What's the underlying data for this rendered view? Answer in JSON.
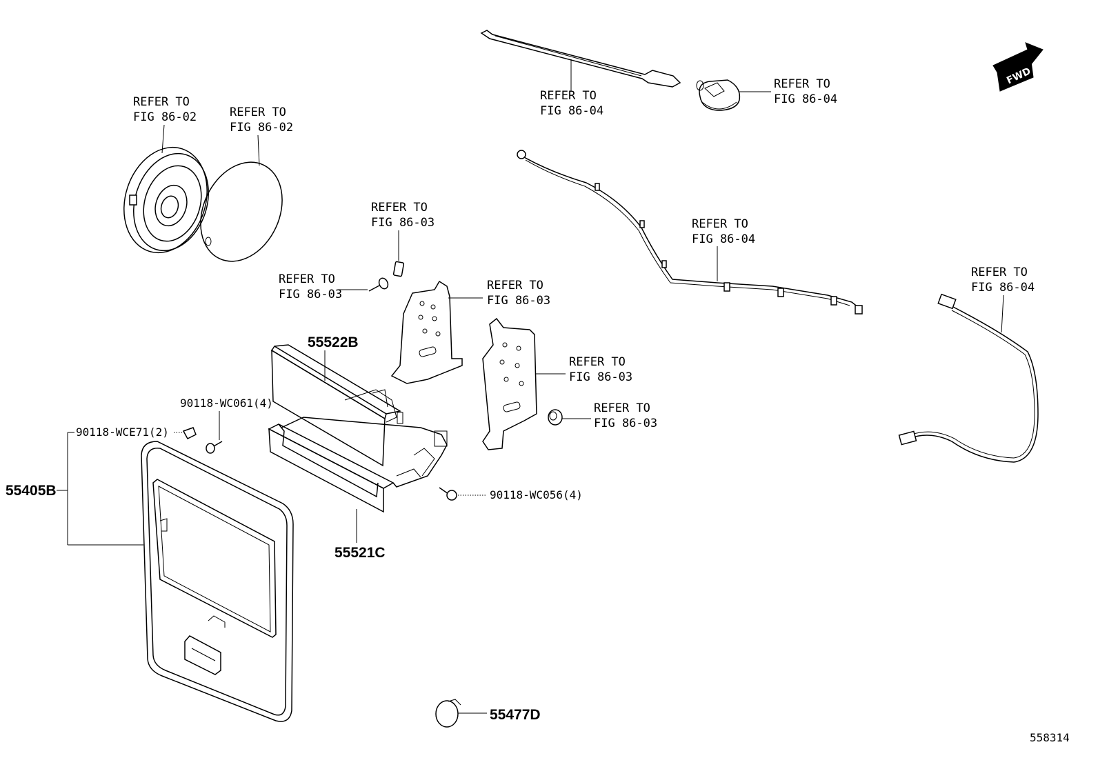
{
  "labels": {
    "refer_to": "REFER TO",
    "fig_86_02": "FIG 86-02",
    "fig_86_03": "FIG 86-03",
    "fig_86_04": "FIG 86-04"
  },
  "parts": {
    "p55522B": "55522B",
    "p55405B": "55405B",
    "p55521C": "55521C",
    "p55477D": "55477D",
    "p90118_WC061": "90118-WC061(4)",
    "p90118_WCE71": "90118-WCE71(2)",
    "p90118_WC056": "90118-WC056(4)"
  },
  "fwd": "FWD",
  "figure_id": "558314"
}
